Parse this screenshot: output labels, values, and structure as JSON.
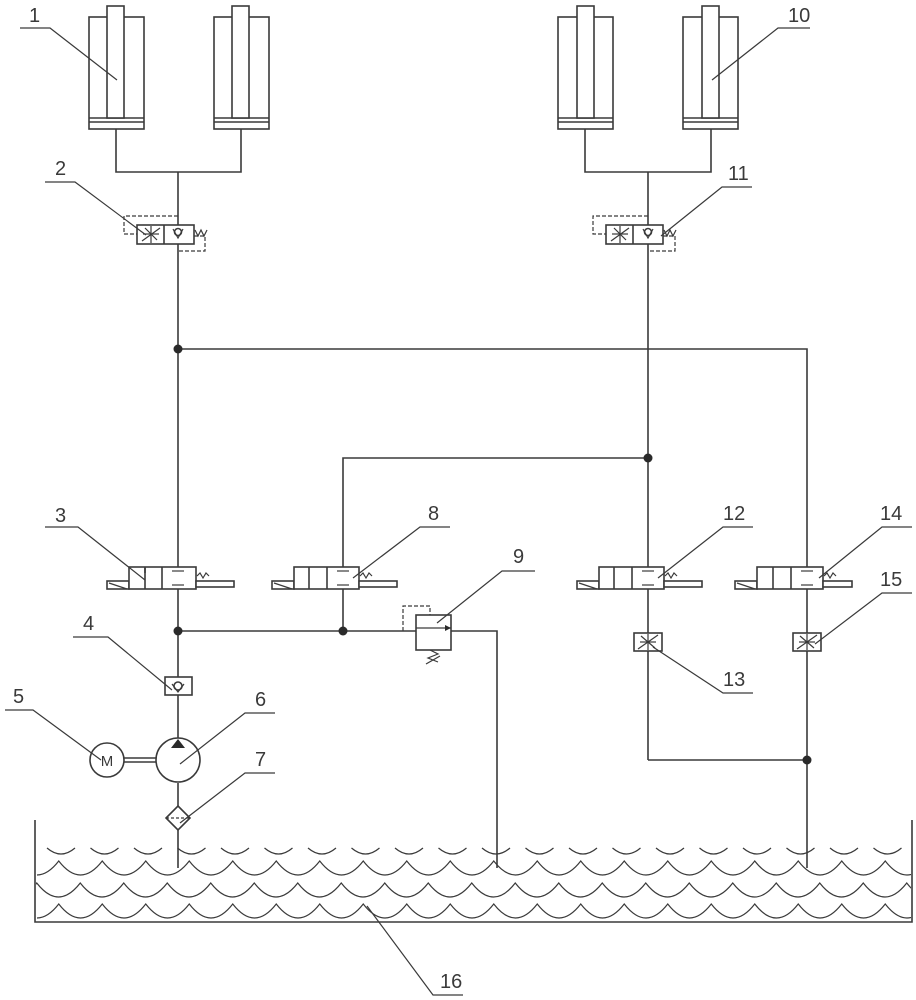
{
  "diagram": {
    "type": "hydraulic-schematic",
    "motor_symbol": "M",
    "colors": {
      "line": "#3a3a3a",
      "background": "#ffffff"
    },
    "components": [
      {
        "id": "1",
        "label": "1",
        "name": "hydraulic cylinder (left pair)"
      },
      {
        "id": "2",
        "label": "2",
        "name": "one-way throttle valve"
      },
      {
        "id": "3",
        "label": "3",
        "name": "solenoid directional valve"
      },
      {
        "id": "4",
        "label": "4",
        "name": "check valve"
      },
      {
        "id": "5",
        "label": "5",
        "name": "electric motor"
      },
      {
        "id": "6",
        "label": "6",
        "name": "hydraulic pump"
      },
      {
        "id": "7",
        "label": "7",
        "name": "filter"
      },
      {
        "id": "8",
        "label": "8",
        "name": "solenoid directional valve"
      },
      {
        "id": "9",
        "label": "9",
        "name": "relief valve"
      },
      {
        "id": "10",
        "label": "10",
        "name": "hydraulic cylinder (right pair)"
      },
      {
        "id": "11",
        "label": "11",
        "name": "one-way throttle valve"
      },
      {
        "id": "12",
        "label": "12",
        "name": "solenoid directional valve"
      },
      {
        "id": "13",
        "label": "13",
        "name": "throttle valve"
      },
      {
        "id": "14",
        "label": "14",
        "name": "solenoid directional valve"
      },
      {
        "id": "15",
        "label": "15",
        "name": "throttle valve"
      },
      {
        "id": "16",
        "label": "16",
        "name": "oil tank"
      }
    ]
  }
}
